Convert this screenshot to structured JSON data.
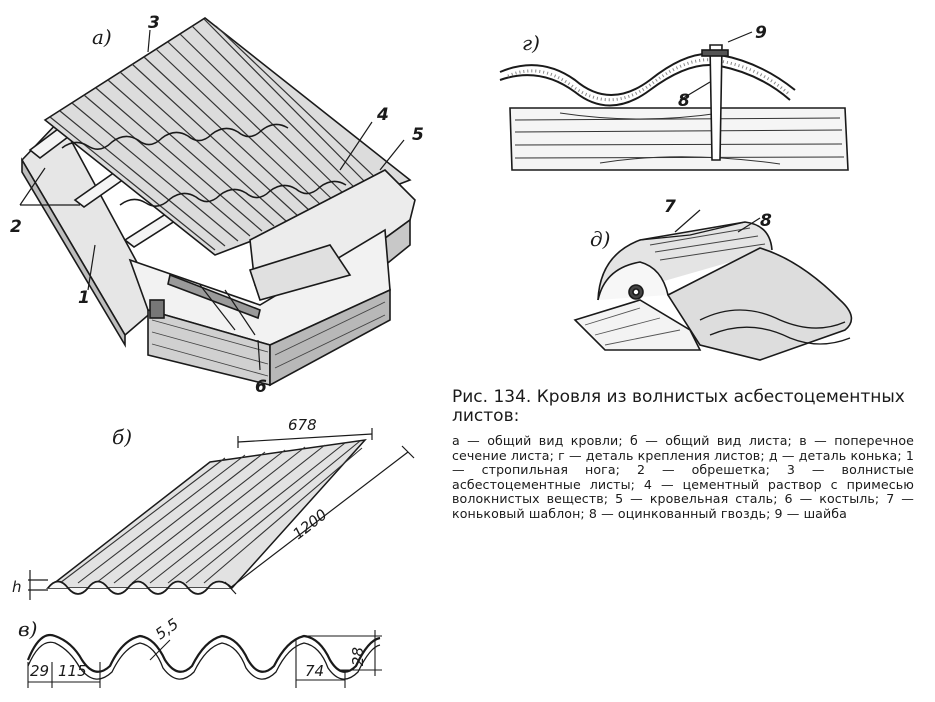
{
  "panels": {
    "a": "а)",
    "b": "б)",
    "v": "в)",
    "g": "г)",
    "d": "д)"
  },
  "callouts": {
    "n1": "1",
    "n2": "2",
    "n3": "3",
    "n4": "4",
    "n5": "5",
    "n6": "6",
    "n7": "7",
    "n8_d": "8",
    "n8_g": "8",
    "n9": "9"
  },
  "dimensions": {
    "width": "678",
    "length": "1200",
    "height": "h",
    "pitch": "115",
    "crest": "29",
    "thickness": "5,5",
    "span": "74",
    "depth": "28"
  },
  "caption": {
    "title": "Рис. 134. Кровля из волнистых асбестоцементных листов:",
    "body": "а — общий вид кровли; б — общий вид листа; в — поперечное сечение листа; г — деталь крепления листов; д — деталь конька; 1 — стропильная нога; 2 — обрешетка; 3 — волнистые асбестоцементные листы; 4 — цементный раствор с примесью волокнистых веществ; 5 — кровельная сталь; 6 — костыль; 7 — коньковый шаблон; 8 — оцинкованный гвоздь; 9 — шайба"
  }
}
